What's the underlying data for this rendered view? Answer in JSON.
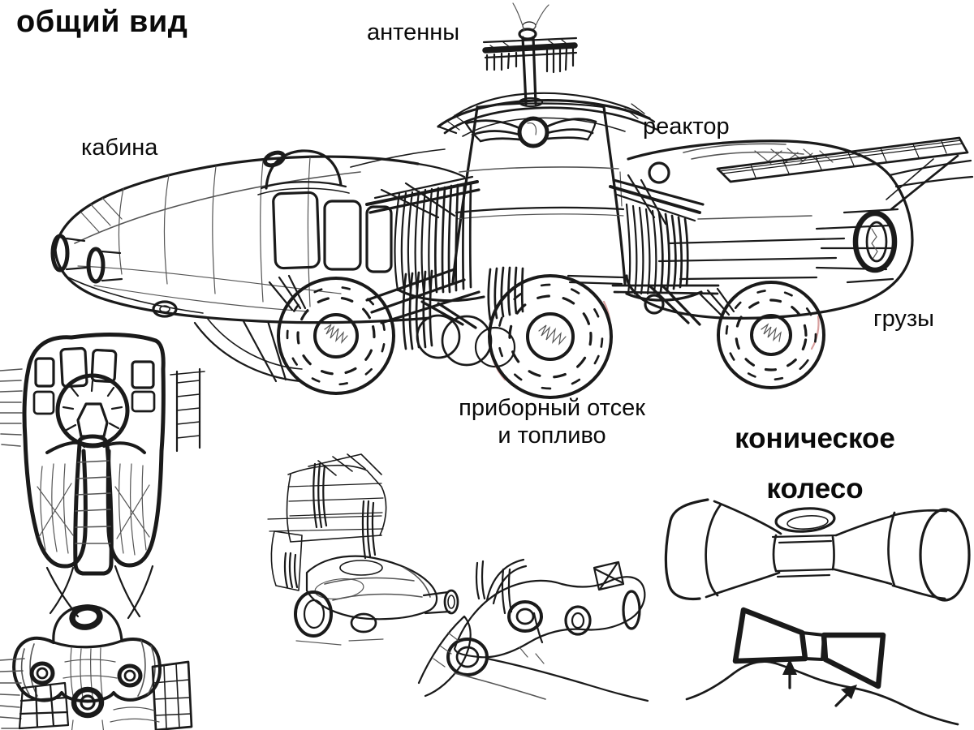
{
  "page": {
    "background": "#ffffff",
    "ink_color": "#1a1a1a",
    "accent_red": "#b8514e"
  },
  "labels": {
    "title": "общий вид",
    "antennas": "антенны",
    "cabin": "кабина",
    "reactor": "реактор",
    "cargo": "грузы",
    "instrument_bay": {
      "line1": "приборный отсек",
      "line2": "и топливо"
    },
    "conical_wheel": {
      "line1": "коническое",
      "line2": "колесо"
    }
  }
}
